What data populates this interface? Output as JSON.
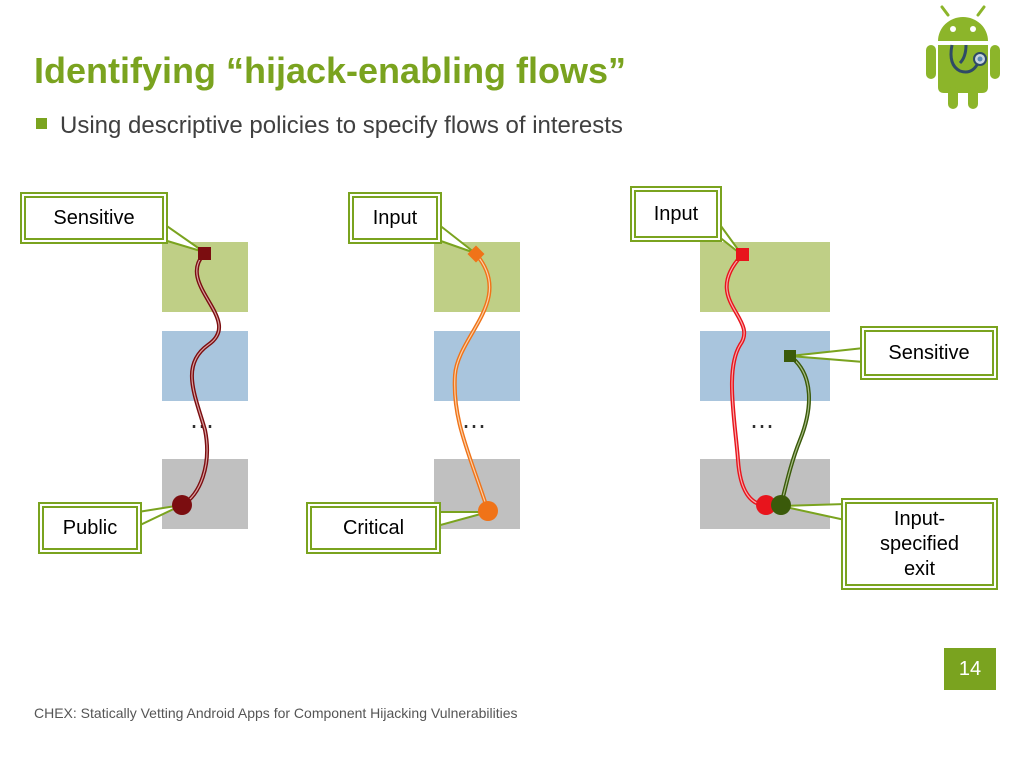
{
  "slide": {
    "title": "Identifying “hijack-enabling flows”",
    "bullet": "Using descriptive policies to specify flows of interests",
    "ellipsis": "…",
    "page_number": "14",
    "footer": "CHEX: Statically Vetting Android Apps for Component Hijacking Vulnerabilities"
  },
  "diagrams": [
    {
      "source_label": "Sensitive",
      "sink_label": "Public",
      "flow_color": "#7b0d10"
    },
    {
      "source_label": "Input",
      "sink_label": "Critical",
      "flow_color": "#f07318"
    },
    {
      "source_label": "Input",
      "second_source_label": "Sensitive",
      "sink_label": "Input-\nspecified\nexit",
      "flow_color": "#e8141c",
      "second_flow_color": "#3a5a0a"
    }
  ],
  "colors": {
    "accent": "#7aa31f",
    "green_block": "#bfcf86",
    "blue_block": "#a9c5dd",
    "gray_block": "#c0c0c0"
  },
  "icons": {
    "logo": "android-with-stethoscope-icon",
    "bullet": "square-bullet-icon"
  }
}
